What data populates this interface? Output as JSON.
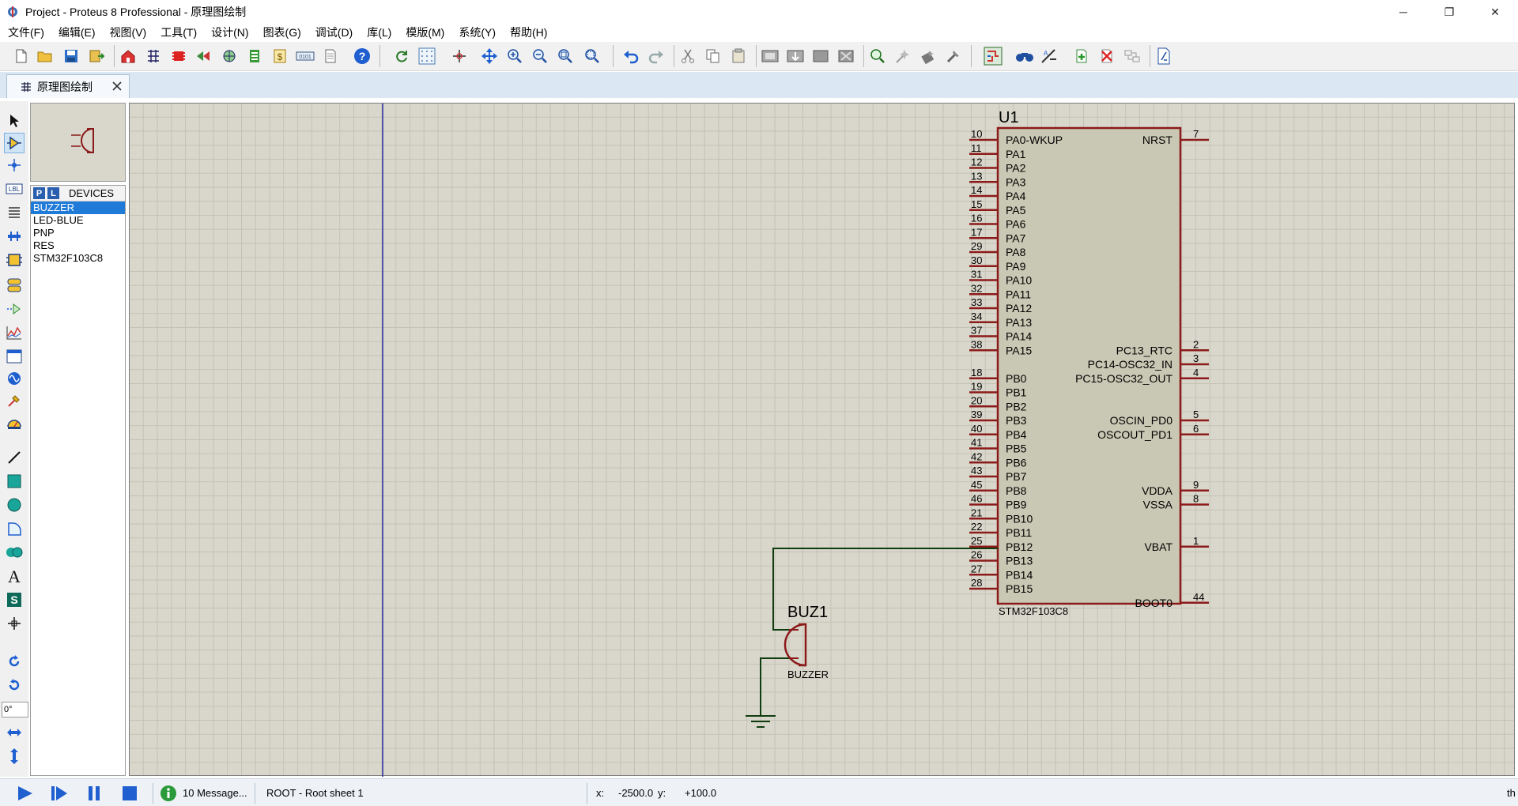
{
  "window": {
    "title": "Project - Proteus 8 Professional - 原理图绘制",
    "controls": {
      "minimize": "─",
      "restore": "❐",
      "close": "✕"
    }
  },
  "menu": [
    "文件(F)",
    "编辑(E)",
    "视图(V)",
    "工具(T)",
    "设计(N)",
    "图表(G)",
    "调试(D)",
    "库(L)",
    "模版(M)",
    "系统(Y)",
    "帮助(H)"
  ],
  "toolbar_icons": [
    "new-file-icon",
    "open-folder-icon",
    "save-icon",
    "import-icon",
    "home-icon",
    "schematic-icon",
    "pcb-icon",
    "gallery-icon",
    "3d-viewer-icon",
    "bom-icon",
    "cost-icon",
    "gerber-icon",
    "notes-icon",
    "help-icon",
    "refresh-icon",
    "grid-icon",
    "origin-icon",
    "pan-icon",
    "zoom-in-icon",
    "zoom-out-icon",
    "zoom-all-icon",
    "zoom-area-icon",
    "undo-icon",
    "redo-icon",
    "cut-icon",
    "copy-icon",
    "paste-icon",
    "block-copy-icon",
    "block-move-icon",
    "block-rotate-icon",
    "block-delete-icon",
    "pick-device-icon",
    "make-device-icon",
    "packaging-icon",
    "decompose-icon",
    "wire-autorouter-icon",
    "search-tag-icon",
    "property-assign-icon",
    "new-sheet-icon",
    "remove-sheet-icon",
    "goto-sheet-icon",
    "design-explorer-icon"
  ],
  "tab": {
    "label": "原理图绘制",
    "close": "✕"
  },
  "preview": {
    "symbol": "buzzer"
  },
  "devices": {
    "p_button": "P",
    "l_button": "L",
    "title": "DEVICES",
    "items": [
      "BUZZER",
      "LED-BLUE",
      "PNP",
      "RES",
      "STM32F103C8"
    ],
    "selected_index": 0
  },
  "rotation": {
    "value": "0°"
  },
  "colors": {
    "wire": "#0f3d0f",
    "component": "#8b1a1a",
    "chip_body": "#c9c8b4",
    "canvas": "#d9d7cb",
    "selection": "#1f7ad8"
  },
  "schematic": {
    "u1": {
      "ref": "U1",
      "part": "STM32F103C8",
      "left_pins": [
        {
          "num": "10",
          "name": "PA0-WKUP"
        },
        {
          "num": "11",
          "name": "PA1"
        },
        {
          "num": "12",
          "name": "PA2"
        },
        {
          "num": "13",
          "name": "PA3"
        },
        {
          "num": "14",
          "name": "PA4"
        },
        {
          "num": "15",
          "name": "PA5"
        },
        {
          "num": "16",
          "name": "PA6"
        },
        {
          "num": "17",
          "name": "PA7"
        },
        {
          "num": "29",
          "name": "PA8"
        },
        {
          "num": "30",
          "name": "PA9"
        },
        {
          "num": "31",
          "name": "PA10"
        },
        {
          "num": "32",
          "name": "PA11"
        },
        {
          "num": "33",
          "name": "PA12"
        },
        {
          "num": "34",
          "name": "PA13"
        },
        {
          "num": "37",
          "name": "PA14"
        },
        {
          "num": "38",
          "name": "PA15"
        },
        {
          "num": "18",
          "name": "PB0"
        },
        {
          "num": "19",
          "name": "PB1"
        },
        {
          "num": "20",
          "name": "PB2"
        },
        {
          "num": "39",
          "name": "PB3"
        },
        {
          "num": "40",
          "name": "PB4"
        },
        {
          "num": "41",
          "name": "PB5"
        },
        {
          "num": "42",
          "name": "PB6"
        },
        {
          "num": "43",
          "name": "PB7"
        },
        {
          "num": "45",
          "name": "PB8"
        },
        {
          "num": "46",
          "name": "PB9"
        },
        {
          "num": "21",
          "name": "PB10"
        },
        {
          "num": "22",
          "name": "PB11"
        },
        {
          "num": "25",
          "name": "PB12"
        },
        {
          "num": "26",
          "name": "PB13"
        },
        {
          "num": "27",
          "name": "PB14"
        },
        {
          "num": "28",
          "name": "PB15"
        }
      ],
      "right_pins": [
        {
          "num": "7",
          "name": "NRST",
          "row": 0
        },
        {
          "num": "2",
          "name": "PC13_RTC",
          "row": 15
        },
        {
          "num": "3",
          "name": "PC14-OSC32_IN",
          "row": 16
        },
        {
          "num": "4",
          "name": "PC15-OSC32_OUT",
          "row": 17
        },
        {
          "num": "5",
          "name": "OSCIN_PD0",
          "row": 20
        },
        {
          "num": "6",
          "name": "OSCOUT_PD1",
          "row": 21
        },
        {
          "num": "9",
          "name": "VDDA",
          "row": 25
        },
        {
          "num": "8",
          "name": "VSSA",
          "row": 26
        },
        {
          "num": "1",
          "name": "VBAT",
          "row": 29
        },
        {
          "num": "44",
          "name": "BOOT0",
          "row": 33
        }
      ]
    },
    "buz1": {
      "ref": "BUZ1",
      "part": "BUZZER"
    },
    "wire_net": "PB12"
  },
  "status": {
    "messages": "10 Message...",
    "sheet": "ROOT - Root sheet 1",
    "x_label": "x:",
    "x_value": "-2500.0",
    "y_label": "y:",
    "y_value": "+100.0",
    "right_clip": "th"
  }
}
